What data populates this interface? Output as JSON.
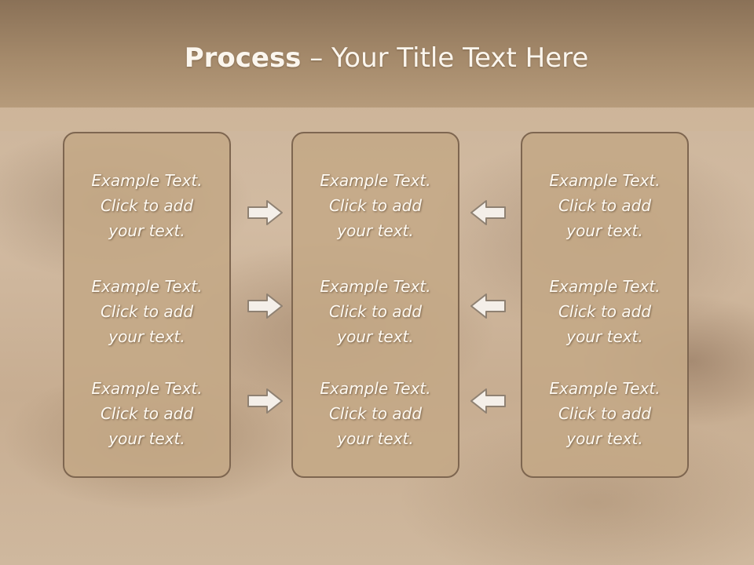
{
  "slide": {
    "title_bold": "Process",
    "title_rest": " – Your Title Text Here"
  },
  "panels": [
    {
      "items": [
        {
          "line1": "Example Text.",
          "line2": "Click  to add",
          "line3": "your text."
        },
        {
          "line1": "Example Text.",
          "line2": "Click  to add",
          "line3": "your text."
        },
        {
          "line1": "Example Text.",
          "line2": "Click  to add",
          "line3": "your text."
        }
      ]
    },
    {
      "items": [
        {
          "line1": "Example Text.",
          "line2": "Click  to add",
          "line3": "your text."
        },
        {
          "line1": "Example Text.",
          "line2": "Click  to add",
          "line3": "your text."
        },
        {
          "line1": "Example Text.",
          "line2": "Click  to add",
          "line3": "your text."
        }
      ]
    },
    {
      "items": [
        {
          "line1": "Example Text.",
          "line2": "Click  to add",
          "line3": "your text."
        },
        {
          "line1": "Example Text.",
          "line2": "Click  to add",
          "line3": "your text."
        },
        {
          "line1": "Example Text.",
          "line2": "Click  to add",
          "line3": "your text."
        }
      ]
    }
  ],
  "arrows": {
    "left_group": "arrow-right-icon",
    "right_group": "arrow-left-icon"
  },
  "colors": {
    "header": "#a58a6b",
    "panel_fill": "#c4a886",
    "panel_border": "#7e6650",
    "text": "#fffaf2",
    "arrow_fill": "#f4efe9",
    "arrow_stroke": "#8f8172"
  }
}
